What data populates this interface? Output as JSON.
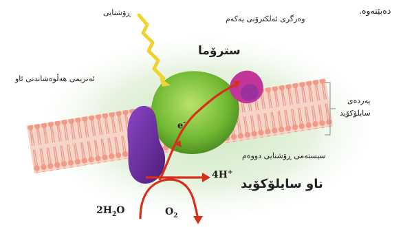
{
  "labels": {
    "top_left_cut": "ده‌بێته‌وه‌.",
    "light": "ڕۆشنایی",
    "electron_acceptor": "وەرگری ئەلکترۆنی یەکەم",
    "stroma": "سترۆما",
    "water_splitting_enzyme": "ئەنزیمی هەڵوەشاندنی ئاو",
    "thylakoid_membrane_line1": "پەردەی",
    "thylakoid_membrane_line2": "سایلۆکۆید",
    "electron_symbol": "e",
    "photosystem_two": "سیستەمی ڕۆشنایی دووەم",
    "thylakoid_lumen": "ناو سایلۆکۆید",
    "proton_coefficient": "4H",
    "proton_charge": "+",
    "water_coefficient": "2H",
    "water_sub": "2",
    "water_tail": "O",
    "oxygen": "O",
    "oxygen_sub": "2"
  },
  "colors": {
    "membrane": "#f2b7a6",
    "membrane_head": "#ef9a86",
    "photosystem": "#7fc43f",
    "enzyme": "#6a2f98",
    "acceptor": "#c2369a",
    "light_ray": "#f0d233",
    "arrow": "#d62f1c"
  }
}
